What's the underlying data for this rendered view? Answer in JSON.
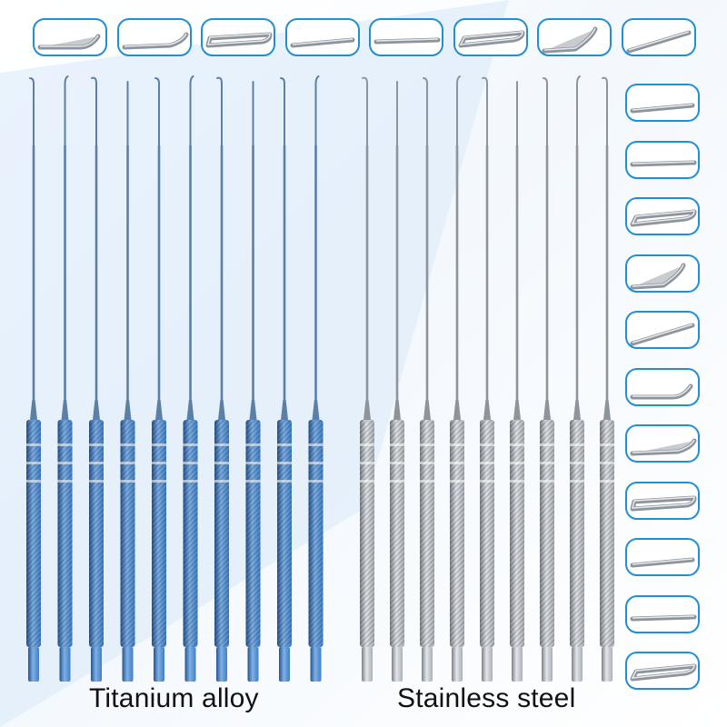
{
  "labels": {
    "titanium": "Titanium alloy",
    "steel": "Stainless steel"
  },
  "colors": {
    "accent_border": "#1f8fd6",
    "titanium_handle": "#3f7fc6",
    "titanium_shaft": "#5c7fa6",
    "steel_handle": "#a9afb6",
    "steel_shaft": "#8e949b"
  },
  "instruments": {
    "titanium_count": 10,
    "steel_count": 9
  },
  "tip_tiles": {
    "top_row": [
      "ball-hook-tip",
      "curved-spoon-tip",
      "flat-spatula-tip",
      "narrow-spatula-tip",
      "straight-flat-tip",
      "wide-spatula-tip",
      "angled-spoon-tip",
      "angled-needle-tip"
    ],
    "right_column": [
      "ring-curette-tip",
      "flat-blade-tip",
      "curved-ball-tip",
      "cupped-spoon-tip",
      "ring-curette-tip-2",
      "curved-spoon-tip-2",
      "right-angle-hook-tip",
      "curved-hook-tip",
      "right-angle-hook-tip-2",
      "j-hook-tip",
      "straight-probe-tip"
    ]
  }
}
